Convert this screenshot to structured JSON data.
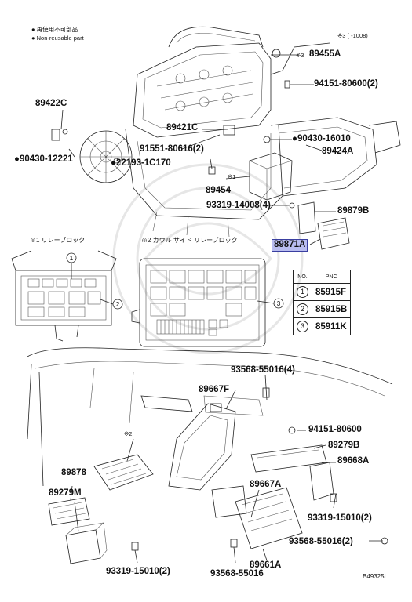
{
  "legend": {
    "nonreusable_jp": "● 再使用不可部品",
    "nonreusable_en": "● Non-reusable part",
    "note3": "※3 (      -1008)"
  },
  "callouts": {
    "p89455A": "89455A",
    "p89455A_mark": "※3",
    "p94151_80600_2": "94151-80600(2)",
    "p89422C": "89422C",
    "p89421C": "89421C",
    "p90430_16010": "●90430-16010",
    "p91551_80616_2": "91551-80616(2)",
    "p89424A": "89424A",
    "p90430_12221": "●90430-12221",
    "p22193_1C170": "●22193-1C170",
    "mark1": "※1",
    "p89454": "89454",
    "p93319_14008_4": "93319-14008(4)",
    "p89879B": "89879B",
    "p89871A": "89871A",
    "relay_block_label": "※1 リレーブロック",
    "cowl_relay_block_label": "※2 カウル サイド リレーブロック",
    "p93568_55016_4": "93568-55016(4)",
    "p89667F": "89667F",
    "p94151_80600": "94151-80600",
    "p89279B": "89279B",
    "p89668A": "89668A",
    "mark2": "※2",
    "p89878": "89878",
    "p89279M": "89279M",
    "p89667A": "89667A",
    "p93319_15010_2_right": "93319-15010(2)",
    "p93568_55016_2": "93568-55016(2)",
    "p89661A": "89661A",
    "p93319_15010_2_bottom": "93319-15010(2)",
    "p93568_55016": "93568-55016",
    "diagram_code": "B49325L"
  },
  "pnc_table": {
    "header_no": "NO.",
    "header_pnc": "PNC",
    "rows": [
      {
        "no": "1",
        "pnc": "85915F"
      },
      {
        "no": "2",
        "pnc": "85915B"
      },
      {
        "no": "3",
        "pnc": "85911K"
      }
    ]
  }
}
